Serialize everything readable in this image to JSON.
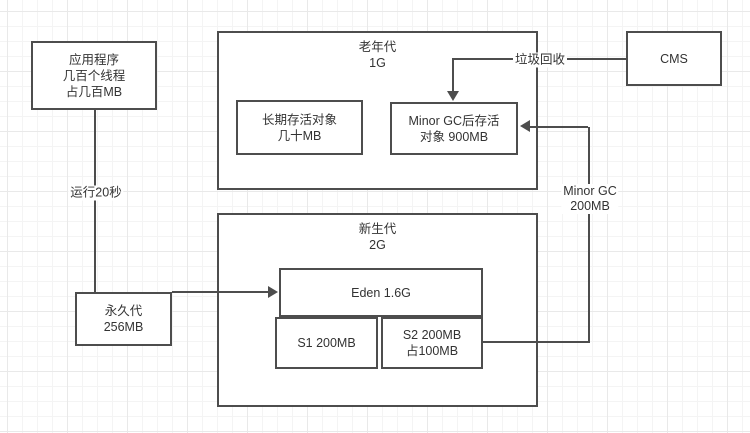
{
  "colors": {
    "stroke": "#4d4d4d",
    "text": "#333333",
    "shape_fill": "#ffffff",
    "grid_minor": "#f4f4f4",
    "grid_major": "#e9e9e9"
  },
  "shapes": {
    "app": {
      "line1": "应用程序",
      "line2": "几百个线程",
      "line3": "占几百MB"
    },
    "old_gen": {
      "title": "老年代",
      "capacity": "1G"
    },
    "long_lived": {
      "line1": "长期存活对象",
      "line2": "几十MB"
    },
    "minor_gc_survivors": {
      "line1": "Minor GC后存活",
      "line2": "对象 900MB"
    },
    "cms": {
      "label": "CMS"
    },
    "new_gen": {
      "title": "新生代",
      "capacity": "2G"
    },
    "eden": {
      "label": "Eden 1.6G"
    },
    "s1": {
      "label": "S1 200MB"
    },
    "s2": {
      "line1": "S2 200MB",
      "line2": "占100MB"
    },
    "perm_gen": {
      "line1": "永久代",
      "line2": "256MB"
    }
  },
  "edge_labels": {
    "run_time": "运行20秒",
    "garbage_collect": "垃圾回收",
    "minor_gc_line1": "Minor GC",
    "minor_gc_line2": "200MB"
  }
}
